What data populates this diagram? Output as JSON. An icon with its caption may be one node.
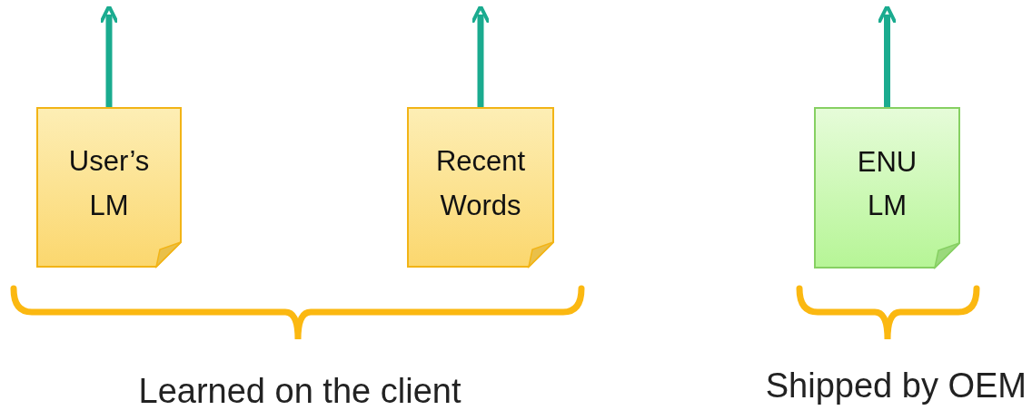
{
  "diagram": {
    "nodes": [
      {
        "text": [
          "User’s LM"
        ]
      },
      {
        "text": [
          "Recent Words"
        ]
      },
      {
        "text": [
          "ENU LM"
        ]
      }
    ],
    "edges": [
      {
        "from": 0,
        "to": null,
        "arrow": "to"
      },
      {
        "from": 1,
        "to": null,
        "arrow": "to"
      },
      {
        "from": 2,
        "to": null,
        "arrow": "to"
      }
    ],
    "labels": [
      "Learned on the client",
      "Shipped by OEM"
    ]
  }
}
